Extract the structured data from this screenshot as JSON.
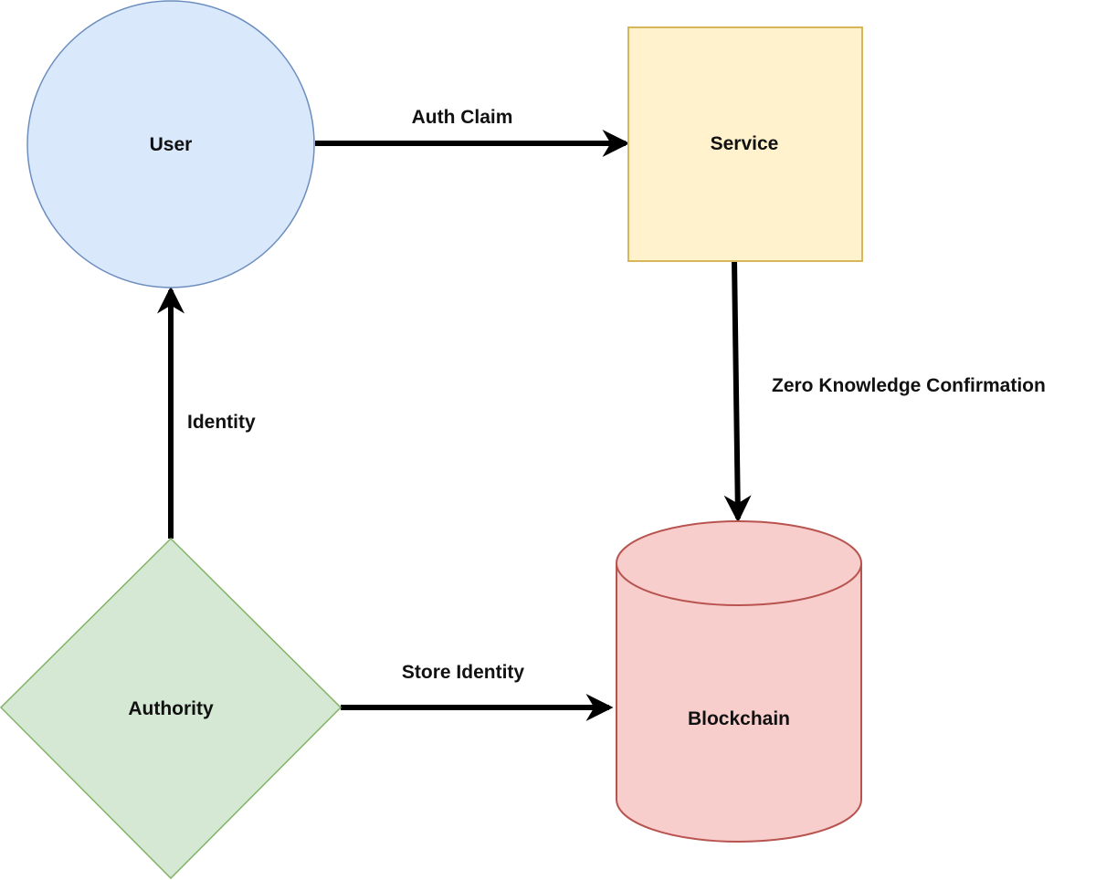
{
  "nodes": {
    "user": {
      "label": "User",
      "shape": "circle",
      "fill": "#dae8fc",
      "stroke": "#6c8ebf"
    },
    "service": {
      "label": "Service",
      "shape": "rectangle",
      "fill": "#fff2cc",
      "stroke": "#d6b656"
    },
    "authority": {
      "label": "Authority",
      "shape": "diamond",
      "fill": "#d5e8d4",
      "stroke": "#82b366"
    },
    "blockchain": {
      "label": "Blockchain",
      "shape": "cylinder",
      "fill": "#f8cecc",
      "stroke": "#b85450"
    }
  },
  "edges": {
    "auth_claim": {
      "label": "Auth Claim",
      "from": "User",
      "to": "Service"
    },
    "zero_knowledge": {
      "label": "Zero Knowledge Confirmation",
      "from": "Service",
      "to": "Blockchain"
    },
    "identity": {
      "label": "Identity",
      "from": "Authority",
      "to": "User"
    },
    "store_identity": {
      "label": "Store Identity",
      "from": "Authority",
      "to": "Blockchain"
    }
  },
  "colors": {
    "edge": "#000000",
    "text": "#111111"
  }
}
